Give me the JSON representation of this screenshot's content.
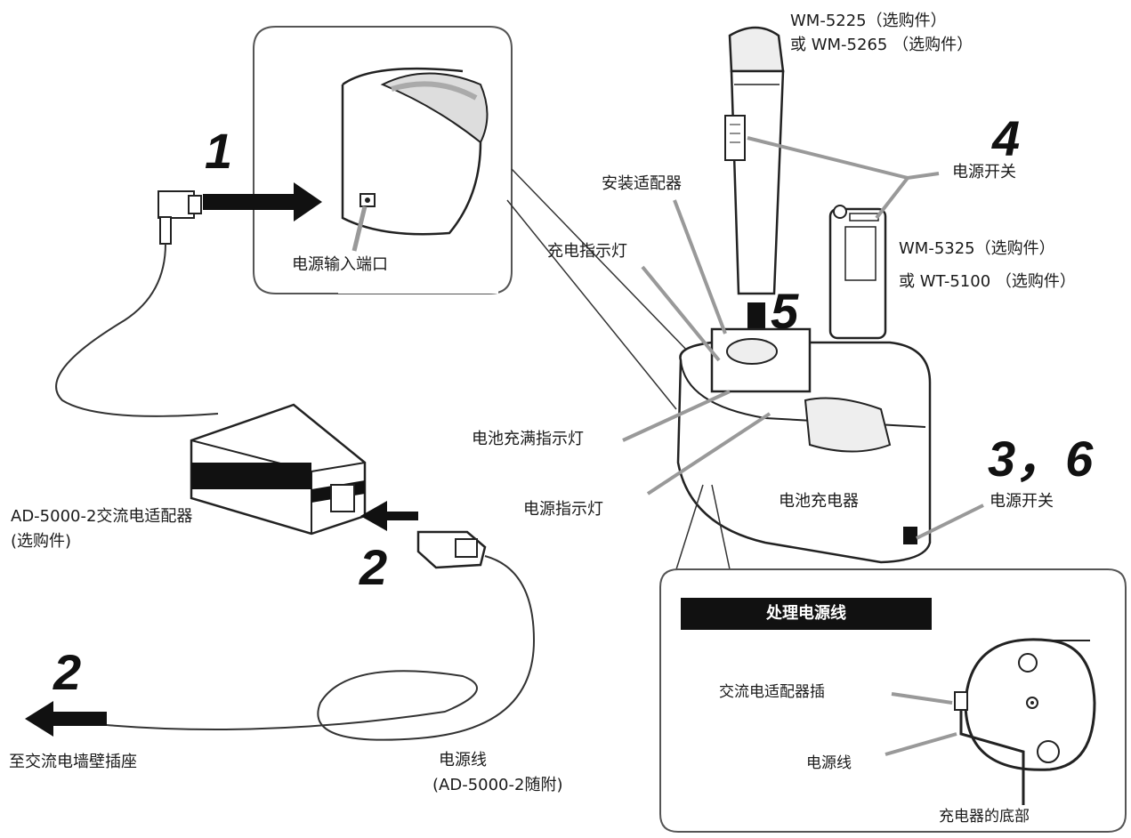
{
  "steps": [
    "1",
    "2",
    "2",
    "3，6",
    "4",
    "5"
  ],
  "labels": {
    "power_input_port": "电源输入端口",
    "charge_indicator": "充电指示灯",
    "mount_adapter": "安装适配器",
    "mic_model_line1": "WM-5225（选购件）",
    "mic_model_line2": "或 WM-5265 （选购件）",
    "power_switch_mic": "电源开关",
    "bodypack_model_line1": "WM-5325（选购件）",
    "bodypack_model_line2": "或 WT-5100 （选购件）",
    "full_indicator": "电池充满指示灯",
    "power_indicator": "电源指示灯",
    "battery_charger": "电池充电器",
    "power_switch_charger": "电源开关",
    "adapter_line1": "AD-5000-2交流电适配器",
    "adapter_line2": "(选购件)",
    "to_wall_outlet": "至交流电墙壁插座",
    "power_cord_line1": "电源线",
    "power_cord_line2": "(AD-5000-2随附)"
  },
  "inset": {
    "title": "处理电源线",
    "ac_plug": "交流电适配器插",
    "power_cord": "电源线",
    "charger_bottom": "充电器的底部"
  }
}
